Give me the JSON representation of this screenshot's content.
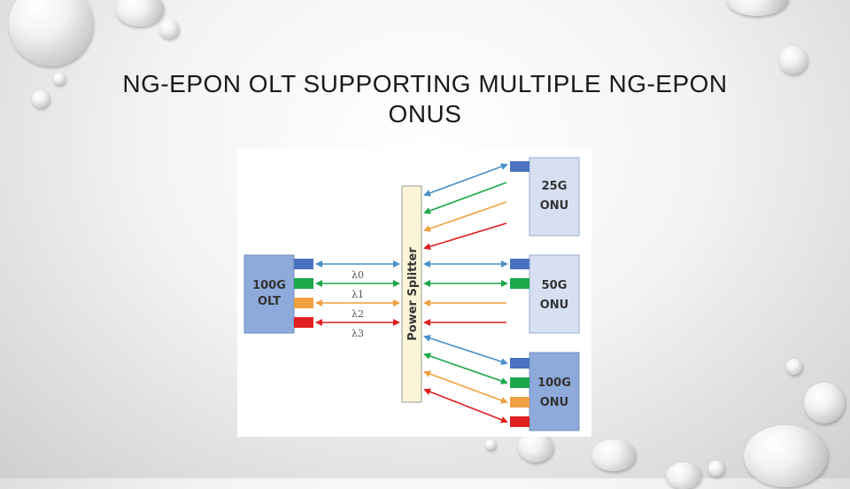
{
  "slide": {
    "title_line1": "NG-EPON OLT SUPPORTING MULTIPLE NG-EPON",
    "title_line2": "ONUS"
  },
  "diagram": {
    "olt": {
      "line1": "100G",
      "line2": "OLT"
    },
    "splitter": {
      "label": "Power Splitter"
    },
    "onus": [
      {
        "line1": "25G",
        "line2": "ONU"
      },
      {
        "line1": "50G",
        "line2": "ONU"
      },
      {
        "line1": "100G",
        "line2": "ONU"
      }
    ],
    "wavelengths": [
      "λ0",
      "λ1",
      "λ2",
      "λ3"
    ],
    "colors": {
      "box_fill": "#8eaadb",
      "box_fill_light": "#d6e0f0",
      "splitter_fill": "#fdf5d8",
      "lambda0": "#4a90c8",
      "lambda1": "#1aa84a",
      "lambda2": "#f0a040",
      "lambda3": "#e02020"
    }
  }
}
